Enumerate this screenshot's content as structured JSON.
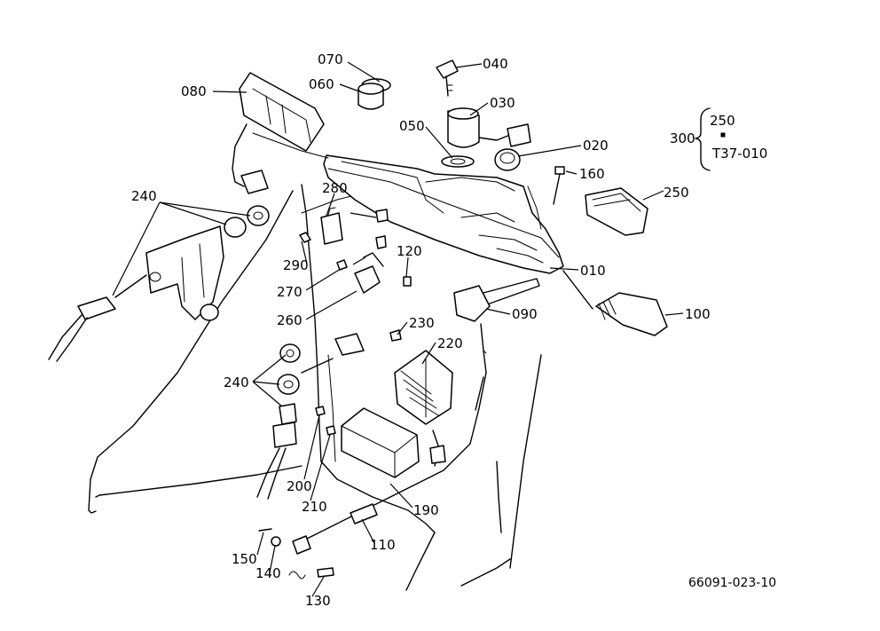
{
  "diagram": {
    "parts": {
      "p010": "010",
      "p020": "020",
      "p030": "030",
      "p040": "040",
      "p050": "050",
      "p060": "060",
      "p070": "070",
      "p080": "080",
      "p090": "090",
      "p100": "100",
      "p110": "110",
      "p120": "120",
      "p130": "130",
      "p140": "140",
      "p150": "150",
      "p160": "160",
      "p190": "190",
      "p200": "200",
      "p210": "210",
      "p220": "220",
      "p230": "230",
      "p240a": "240",
      "p240b": "240",
      "p250": "250",
      "p260": "260",
      "p270": "270",
      "p280": "280",
      "p290": "290"
    },
    "assembly": {
      "number": "300",
      "item_a": "250",
      "item_b": "T37-010"
    },
    "drawing_number": "66091-023-10"
  }
}
